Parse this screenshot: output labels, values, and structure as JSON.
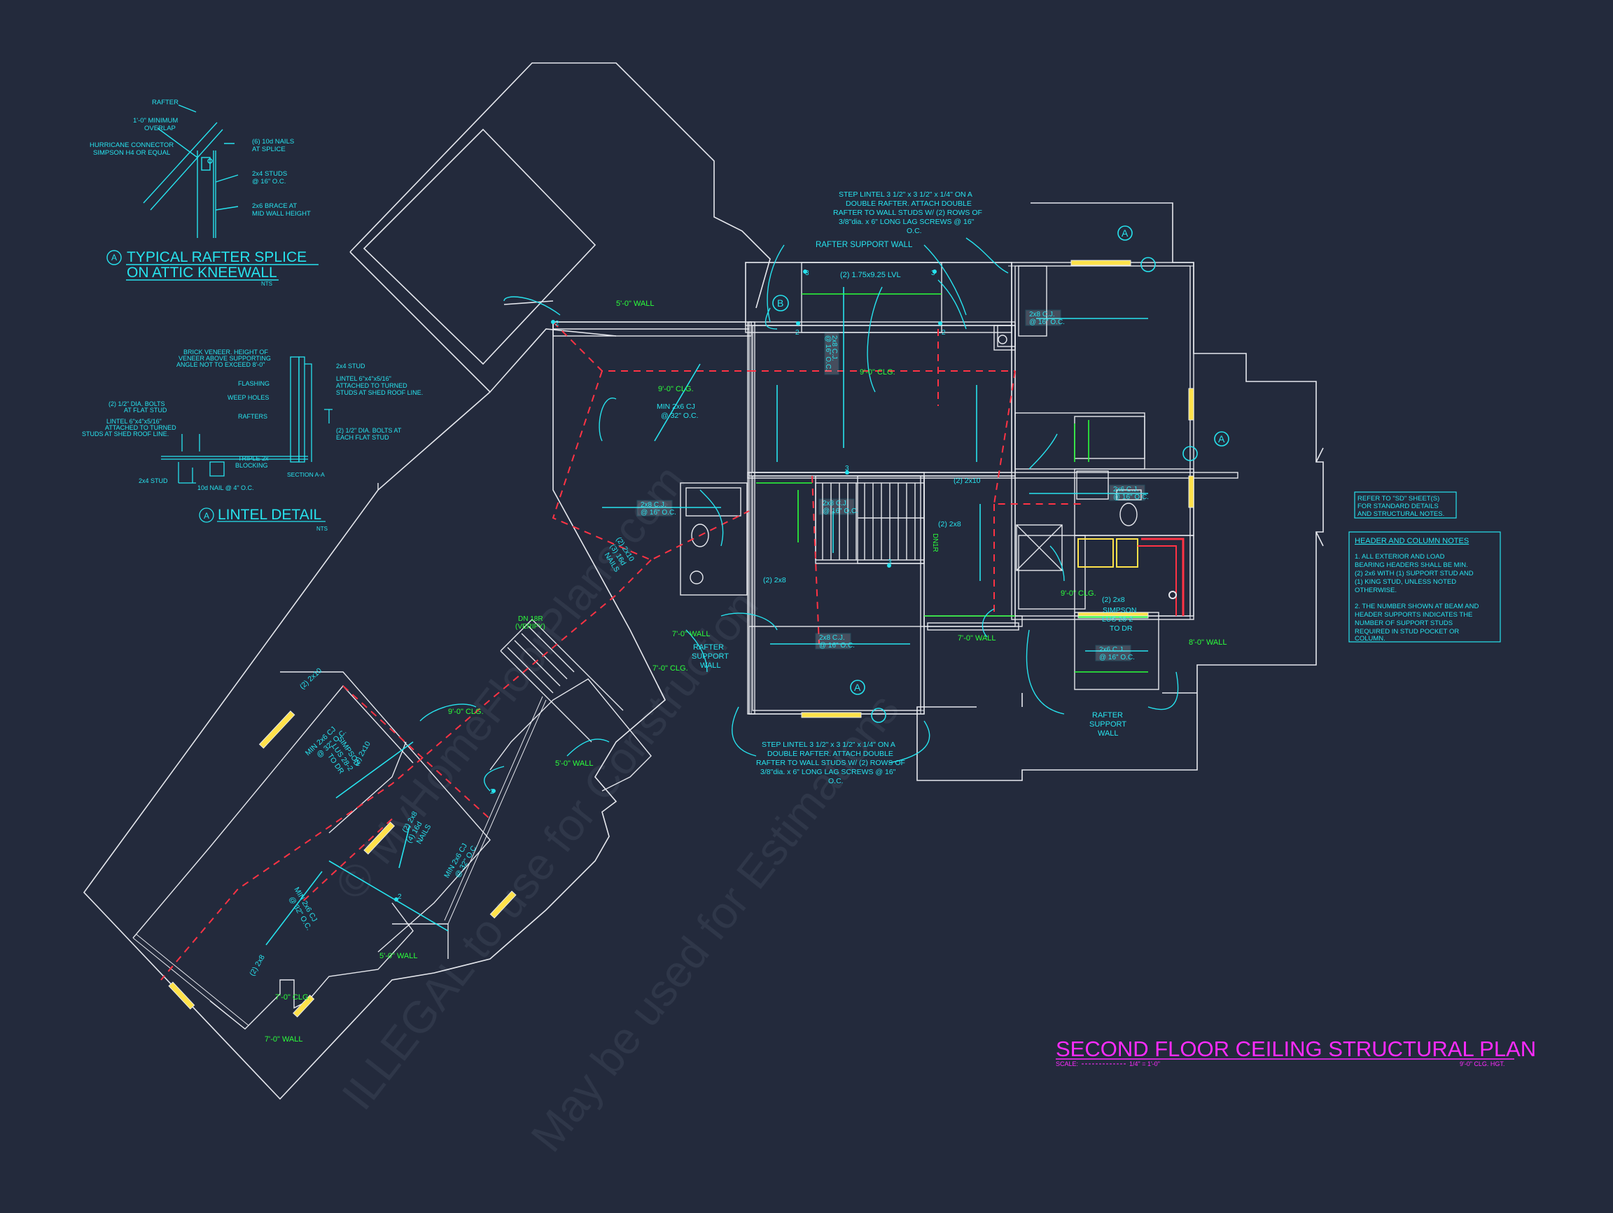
{
  "plan": {
    "title": "SECOND FLOOR CEILING STRUCTURAL PLAN",
    "scale_label": "SCALE:",
    "scale_value": "1/4\" = 1'-0\"",
    "ceiling_height": "9'-0\" CLG. HGT."
  },
  "watermarks": [
    "© MyHomeFloorPlans.com",
    "ILLEGAL to use for Construction",
    "May be used for Estimations"
  ],
  "details": {
    "rafter": {
      "title_line1": "TYPICAL RAFTER SPLICE",
      "title_line2": "ON ATTIC KNEEWALL",
      "marker": "A",
      "nts": "NTS",
      "notes": [
        "RAFTER",
        "1'-0\" MINIMUM",
        "OVERLAP",
        "HURRICANE CONNECTOR",
        "SIMPSON H4 OR EQUAL",
        "(6) 10d NAILS",
        "AT SPLICE",
        "2x4 STUDS",
        "@ 16\" O.C.",
        "2x6 BRACE AT",
        "MID WALL HEIGHT"
      ]
    },
    "lintel": {
      "title": "LINTEL DETAIL",
      "marker": "A",
      "nts": "NTS",
      "notes": [
        "BRICK VENEER. HEIGHT OF",
        "VENEER ABOVE SUPPORTING",
        "ANGLE NOT TO EXCEED 8'-0\"",
        "2x4 STUD",
        "FLASHING",
        "LINTEL 6\"x4\"x5/16\"",
        "ATTACHED TO TURNED",
        "STUDS AT SHED ROOF LINE.",
        "WEEP HOLES",
        "RAFTERS",
        "(2) 1/2\" DIA. BOLTS",
        "AT FLAT STUD",
        "LINTEL 6\"x4\"x5/16\"",
        "ATTACHED TO TURNED",
        "STUDS AT SHED ROOF LINE.",
        "(2) 1/2\" DIA. BOLTS AT",
        "EACH FLAT STUD",
        "TRIPLE 2x",
        "BLOCKING",
        "2x4 STUD",
        "10d NAIL @ 4\" O.C.",
        "SECTION A-A"
      ]
    }
  },
  "header_notes": {
    "refer": [
      "REFER TO \"SD\" SHEET(S)",
      "FOR STANDARD DETAILS",
      "AND STRUCTURAL NOTES."
    ],
    "title": "HEADER AND COLUMN NOTES",
    "lines": [
      "1. ALL EXTERIOR AND LOAD",
      "BEARING HEADERS SHALL BE MIN.",
      "(2) 2x6 WITH (1) SUPPORT STUD AND",
      "(1) KING STUD, UNLESS NOTED",
      "OTHERWISE.",
      "",
      "2. THE NUMBER SHOWN AT BEAM AND",
      "HEADER SUPPORTS INDICATES THE",
      "NUMBER OF SUPPORT STUDS",
      "REQUIRED IN STUD POCKET OR",
      "COLUMN."
    ]
  },
  "annotations": {
    "step_lintel_top": [
      "STEP LINTEL 3 1/2\" x 3 1/2\" x 1/4\" ON A",
      "DOUBLE RAFTER.  ATTACH DOUBLE",
      "RAFTER TO WALL STUDS W/ (2) ROWS OF",
      "3/8\"dia. x 6\" LONG LAG SCREWS @ 16\"",
      "O.C."
    ],
    "step_lintel_bottom": [
      "STEP LINTEL 3 1/2\" x 3 1/2\" x 1/4\" ON A",
      "DOUBLE RAFTER.  ATTACH DOUBLE",
      "RAFTER TO WALL STUDS W/ (2) ROWS OF",
      "3/8\"dia. x 6\" LONG LAG SCREWS @ 16\"",
      "O.C."
    ],
    "rafter_support_wall": "RAFTER SUPPORT WALL",
    "rafter_support_left": [
      "RAFTER",
      "SUPPORT",
      "WALL"
    ],
    "rafter_support_right": [
      "RAFTER",
      "SUPPORT",
      "WALL"
    ],
    "lvl": "(2) 1.75x9.25 LVL",
    "min_2x6_cj": [
      "MIN 2x6 CJ",
      "@ 32\" O.C."
    ],
    "joist_2x8": [
      "2x8 C.J.",
      "@ 16\" O.C."
    ],
    "joist_2x8b": [
      "2x8 C.J.",
      "@ 16\" O.C."
    ],
    "joist_2x8c": [
      "2x8 C.J.",
      "@ 16\" O.C."
    ],
    "joist_2x8d": [
      "2x8 C.J.",
      "@ 16\" O.C."
    ],
    "joist_2x8e": [
      "2x8 C.J.",
      "@ 16\" O.C."
    ],
    "joist_2x6a": [
      "2x6 C.J.",
      "@ 16\" O.C."
    ],
    "joist_2x6b": [
      "2x6 C.J.",
      "@ 16\" O.C."
    ],
    "two_2x8a": "(2) 2x8",
    "two_2x8b": "(2) 2x8",
    "two_2x8c": "(2) 2x8",
    "two_2x8d": "(2) 2x8",
    "two_2x10a": "(2) 2x10",
    "two_2x10b": "(2) 2x10",
    "simpson_right": [
      "SIMPSON",
      "LUS 28-2",
      "TO DR"
    ],
    "simpson_left": [
      "SIMPSON",
      "LUS 28-2",
      "TO DR"
    ],
    "nails_16d": [
      "(4) 16d",
      "NAILS"
    ],
    "nails_16d_b": [
      "(3) 16d",
      "NAILS"
    ],
    "dn_18r": [
      "DN 18R",
      "(VERIFY)"
    ],
    "dn_stair": [
      "DN",
      "1R"
    ],
    "min_2x6_cj_diag1": [
      "MIN 2x6 CJ",
      "@ 32\" O.C."
    ],
    "min_2x6_cj_diag2": [
      "MIN 2x6 CJ",
      "@ 32\" O.C."
    ],
    "min_2x6_cj_diag3": [
      "MIN 2x6 CJ",
      "@ 32\" O.C."
    ],
    "wall_5_0_top": "5'-0\" WALL",
    "wall_5_0_mid": "5'-0\" WALL",
    "wall_5_0_bot": "5'-0\" WALL",
    "wall_7_0_a": "7'-0\" WALL",
    "wall_7_0_b": "7'-0\" WALL",
    "wall_7_0_c": "7'-0\" WALL",
    "wall_8_0": "8'-0\" WALL",
    "clg_9_0_a": "9'-0\" CLG.",
    "clg_9_0_b": "9'-0\" CLG.",
    "clg_9_0_c": "9'-0\" CLG.",
    "clg_9_0_d": "9'-0\" CLG.",
    "clg_7_0_a": "7'-0\" CLG.",
    "clg_7_0_b": "7'-0\" CLG.",
    "marker_a1": "A",
    "marker_a2": "A",
    "marker_a3": "A",
    "marker_b": "B",
    "stud_nums": [
      "3",
      "3",
      "2",
      "2",
      "3",
      "3",
      "2",
      "2",
      "2"
    ]
  },
  "colors": {
    "background": "#232a3c",
    "cyan": "#27e3ee",
    "green": "#2bff3a",
    "magenta": "#ff2bff",
    "white_lines": "#e6e8ee",
    "red_dash": "#ff3344",
    "yellow_windows": "#ffe24a"
  }
}
